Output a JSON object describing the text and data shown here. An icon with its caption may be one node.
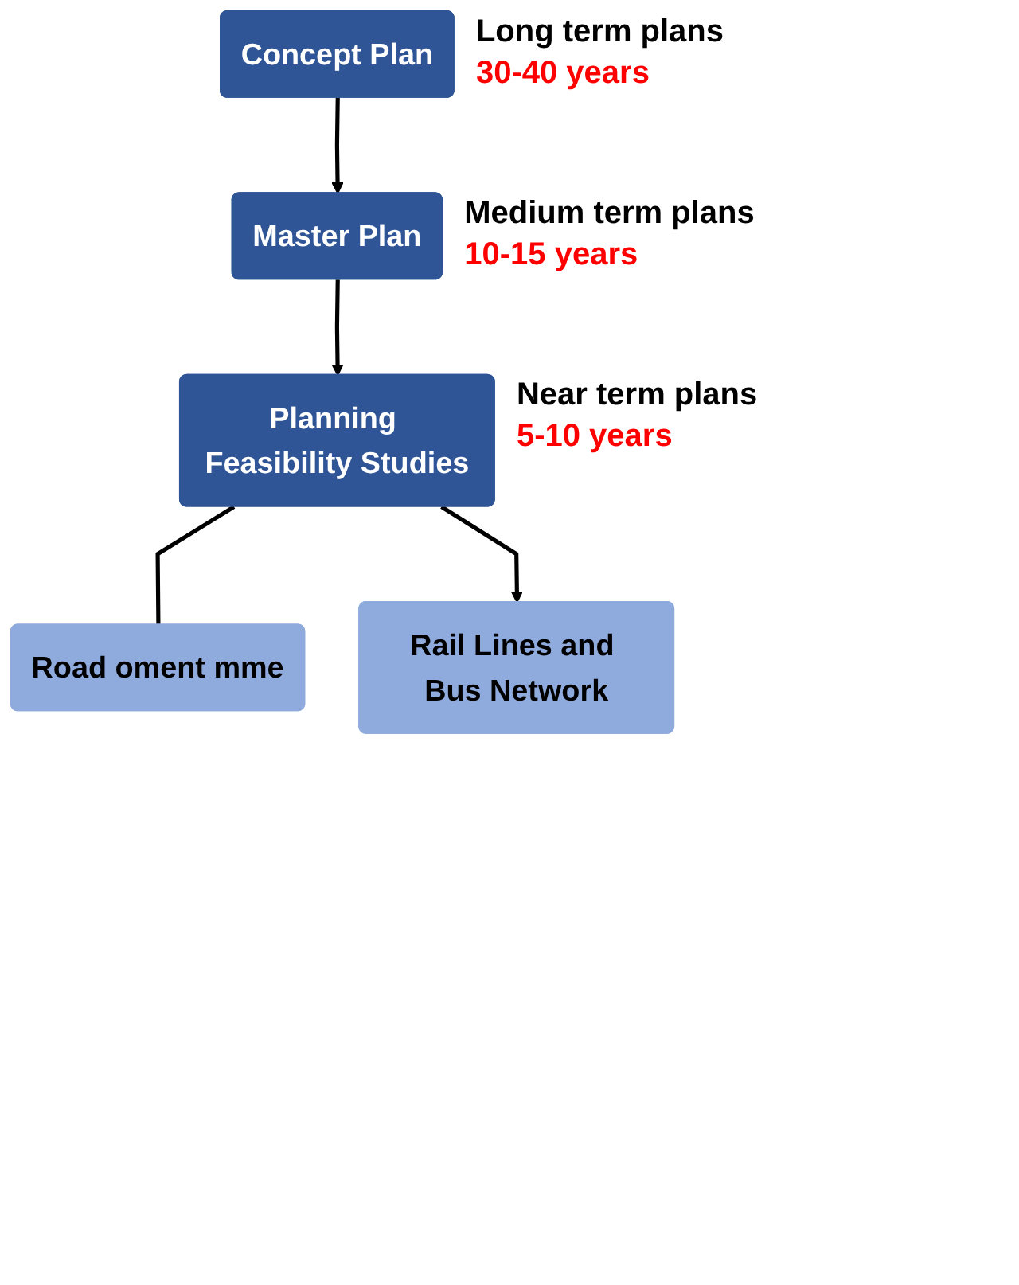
{
  "diagram": {
    "nodes": [
      {
        "text": [
          "Concept Plan"
        ],
        "beside": [
          "Long term plans",
          "30-40 years"
        ]
      },
      {
        "text": [
          "Master Plan"
        ],
        "beside": [
          "Medium term plans",
          "10-15 years"
        ]
      },
      {
        "text": [
          "Planning Feasibility Studies"
        ],
        "beside": [
          "Near term plans",
          "5-10 years"
        ]
      },
      {
        "text": [
          "Road oment mme"
        ]
      },
      {
        "text": [
          "Rail Lines and Bus Network"
        ]
      }
    ],
    "edges": [
      {
        "from": 0,
        "to": 1,
        "arrow": "to"
      },
      {
        "from": 1,
        "to": 2,
        "arrow": "to"
      },
      {
        "from": 2,
        "to": 3,
        "arrow": "none"
      },
      {
        "from": 2,
        "to": 4,
        "arrow": "to"
      }
    ]
  }
}
